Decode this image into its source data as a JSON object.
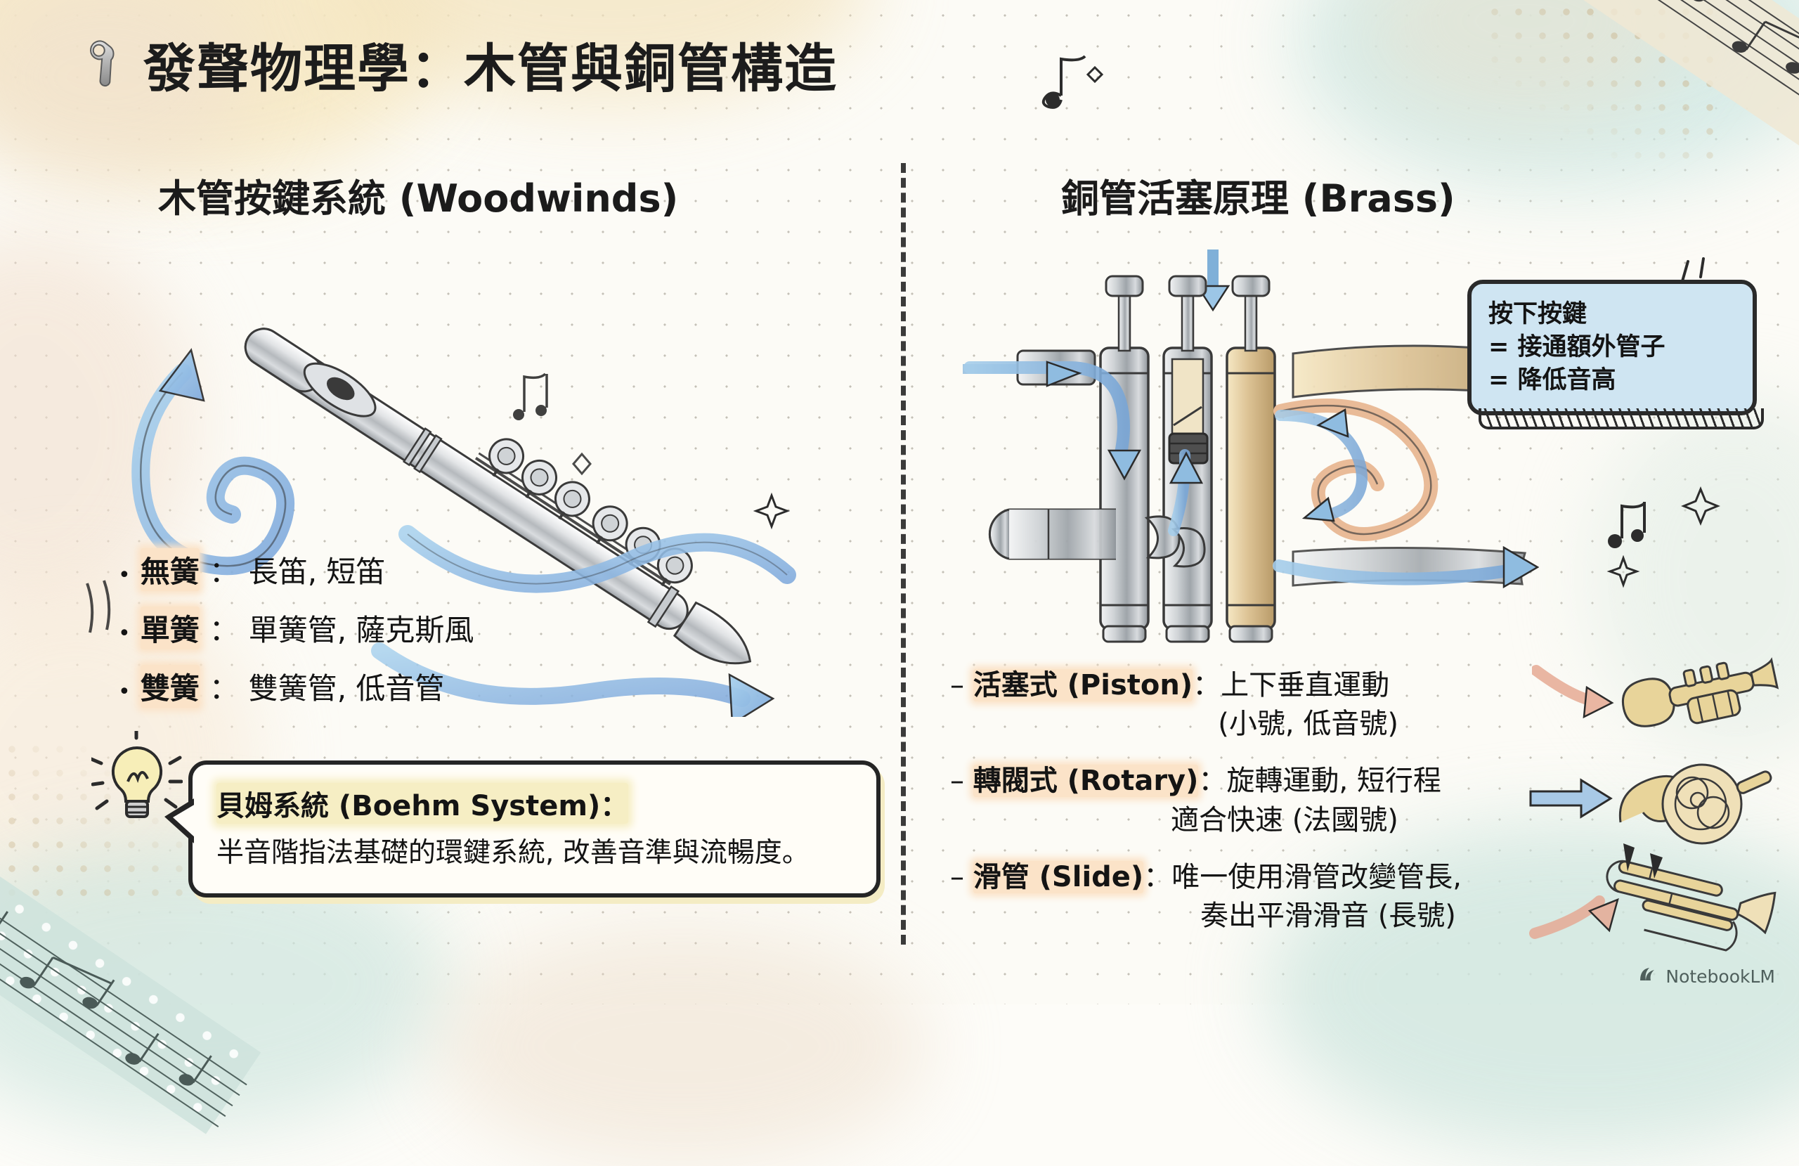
{
  "header": {
    "title": "發聲物理學：木管與銅管構造",
    "icon": "wrench-icon",
    "music_note_icon": "music-note-icon",
    "sparkle_icon": "sparkle-icon"
  },
  "columns": {
    "left": {
      "heading": "木管按鍵系統 (Woodwinds)",
      "illustration": "flute-with-airflow-illustration",
      "bullets": [
        {
          "bullet": "•",
          "keyword": "無簧",
          "separator": "：",
          "text": "長笛, 短笛"
        },
        {
          "bullet": "•",
          "keyword": "單簧",
          "separator": "：",
          "text": "單簧管, 薩克斯風"
        },
        {
          "bullet": "•",
          "keyword": "雙簧",
          "separator": "：",
          "text": "雙簧管, 低音管"
        }
      ],
      "callout": {
        "icon": "lightbulb-icon",
        "title": "貝姆系統 (Boehm System)：",
        "body": "半音階指法基礎的環鍵系統, 改善音準與流暢度。"
      }
    },
    "right": {
      "heading": "銅管活塞原理 (Brass)",
      "illustration": "trumpet-valve-cutaway-illustration",
      "note_box": {
        "lines": [
          "按下按鍵",
          "= 接通額外管子",
          "= 降低音高"
        ]
      },
      "bullets": [
        {
          "dash": "–",
          "keyword": "活塞式 (Piston)",
          "separator": "：",
          "text": "上下垂直運動",
          "subtext": "(小號, 低音號)",
          "instrument_icon": "trumpet-icon",
          "arrow_icon": "pink-curved-arrow-icon"
        },
        {
          "dash": "–",
          "keyword": "轉閥式 (Rotary)",
          "separator": "：",
          "text": "旋轉運動, 短行程",
          "subtext": "適合快速 (法國號)",
          "instrument_icon": "french-horn-icon",
          "arrow_icon": "blue-straight-arrow-icon"
        },
        {
          "dash": "–",
          "keyword": "滑管 (Slide)",
          "separator": "：",
          "text": "唯一使用滑管改變管長,",
          "subtext": "奏出平滑滑音 (長號)",
          "instrument_icon": "trombone-icon",
          "arrow_icon": "pink-curved-arrow-icon"
        }
      ]
    }
  },
  "divider": {
    "style": "vertical-dashed"
  },
  "watermark": {
    "label": "NotebookLM",
    "icon": "notebooklm-logo-icon"
  },
  "colors": {
    "paper": "#fcfbf6",
    "ink": "#141414",
    "highlight_peach": "#fbe3c8",
    "highlight_cream": "#f6eec4",
    "airflow_blue": "#8fc2e8",
    "brass_gold": "#e8d49a",
    "note_box_blue": "#cfe5f2",
    "wash_teal": "#cfe6df",
    "wash_sand": "#f3e3bd"
  }
}
